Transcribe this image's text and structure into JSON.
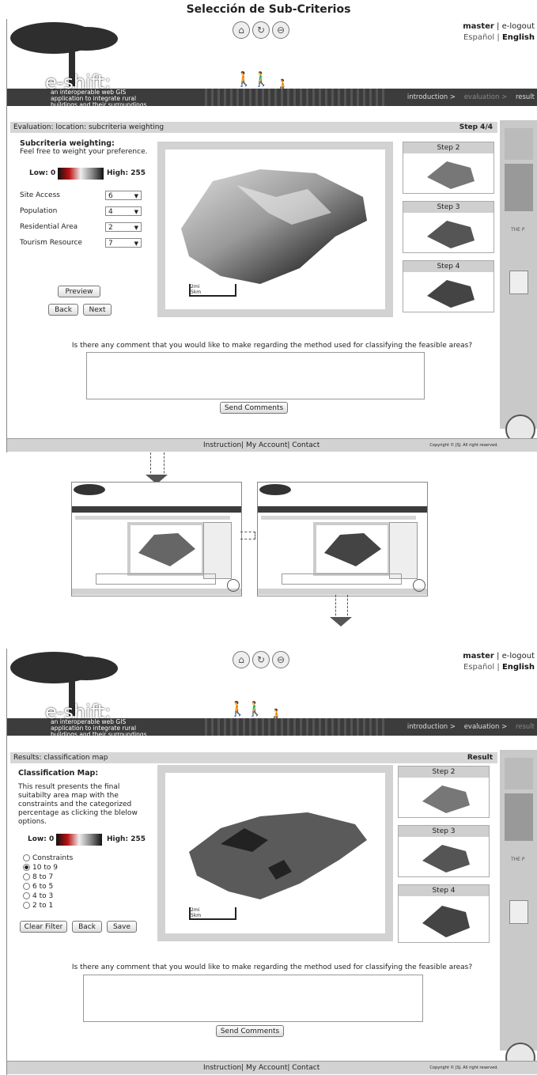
{
  "caption": "Selección de Sub-Criterios",
  "header": {
    "user": "master",
    "logout": "e-logout",
    "lang_es": "Español",
    "lang_en": "English",
    "logo": "e-shift:",
    "tagline1": "an interoperable web GIS",
    "tagline2": "application to integrate rural",
    "tagline3": "buildings and their surroundings",
    "nav": [
      "introduction >",
      "evaluation >",
      "result"
    ]
  },
  "screen1": {
    "title": "Evaluation: location: subcriteria weighting",
    "step": "Step 4/4",
    "heading": "Subcriteria weighting:",
    "subheading": "Feel free to weight your preference.",
    "low": "Low: 0",
    "high": "High: 255",
    "criteria": [
      {
        "label": "Site Access",
        "value": "6"
      },
      {
        "label": "Population",
        "value": "4"
      },
      {
        "label": "Residential Area",
        "value": "2"
      },
      {
        "label": "Tourism Resource",
        "value": "7"
      }
    ],
    "preview": "Preview",
    "back": "Back",
    "next": "Next",
    "steps": [
      "Step 2",
      "Step 3",
      "Step 4"
    ],
    "scale_mi": "2mi",
    "scale_km": "5km",
    "question": "Is there any comment that you would like to make regarding the method used for classifying the feasible areas?",
    "send": "Send Comments",
    "footer_links": "Instruction| My Account| Contact",
    "copyright": "Copyright © JSJ. All right reserved."
  },
  "screen2": {
    "title": "Results: classification map",
    "step": "Result",
    "heading": "Classification Map:",
    "desc": "This result presents the final suitabilty area map with the constraints and the categorized percentage as clicking the blelow options.",
    "low": "Low: 0",
    "high": "High: 255",
    "options": [
      {
        "label": "Constraints",
        "selected": false
      },
      {
        "label": "10 to 9",
        "selected": true
      },
      {
        "label": "8 to 7",
        "selected": false
      },
      {
        "label": "6 to 5",
        "selected": false
      },
      {
        "label": "4 to 3",
        "selected": false
      },
      {
        "label": "2 to 1",
        "selected": false
      }
    ],
    "clear": "Clear Filter",
    "back": "Back",
    "save": "Save",
    "steps": [
      "Step 2",
      "Step 3",
      "Step 4"
    ],
    "scale_mi": "2mi",
    "scale_km": "5km",
    "question": "Is there any comment that you would like to make regarding the method used for classifying the feasible areas?",
    "send": "Send Comments",
    "footer_links": "Instruction| My Account| Contact",
    "copyright": "Copyright © JSJ. All right reserved."
  },
  "colors": {
    "banner_dark": "#3c3c3c",
    "title_bar": "#d6d6d6",
    "step_header": "#cfcfcf"
  }
}
